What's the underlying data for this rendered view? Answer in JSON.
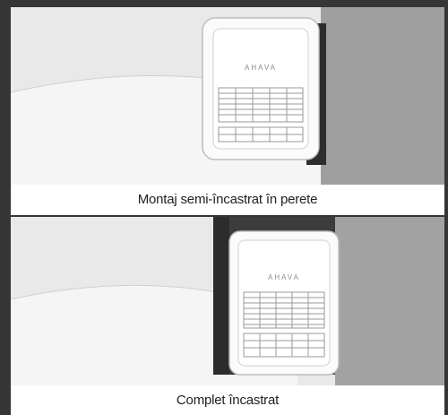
{
  "panels": [
    {
      "caption": "Montaj semi-încastrat în perete",
      "brand_logo": "AHAVA",
      "variant": "semi-recessed"
    },
    {
      "caption": "Complet încastrat",
      "brand_logo": "AHAVA",
      "variant": "fully-recessed"
    }
  ],
  "colors": {
    "frame": "#363636",
    "wall_light": "#e9e9e9",
    "wall_dark": "#9d9d9d",
    "floor": "#f4f4f4",
    "recess": "#2a2a2a"
  }
}
